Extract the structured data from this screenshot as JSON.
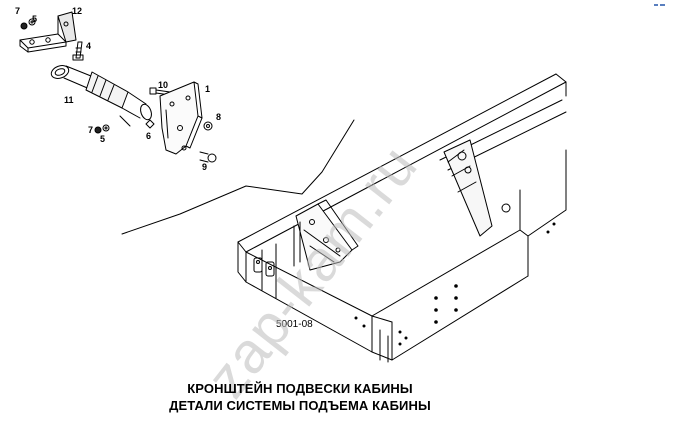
{
  "part_labels": [
    "7",
    "5",
    "12",
    "4",
    "10",
    "1",
    "11",
    "7",
    "5",
    "6",
    "8",
    "9"
  ],
  "figure_code": "5001-08",
  "caption": {
    "line1": "КРОНШТЕЙН ПОДВЕСКИ КАБИНЫ",
    "line2": "ДЕТАЛИ СИСТЕМЫ ПОДЪЕМА КАБИНЫ"
  },
  "watermark": "zap-kam.ru",
  "colors": {
    "line": "#000000",
    "watermark": "#bdbdbd",
    "corner_mark": "#2255aa"
  }
}
